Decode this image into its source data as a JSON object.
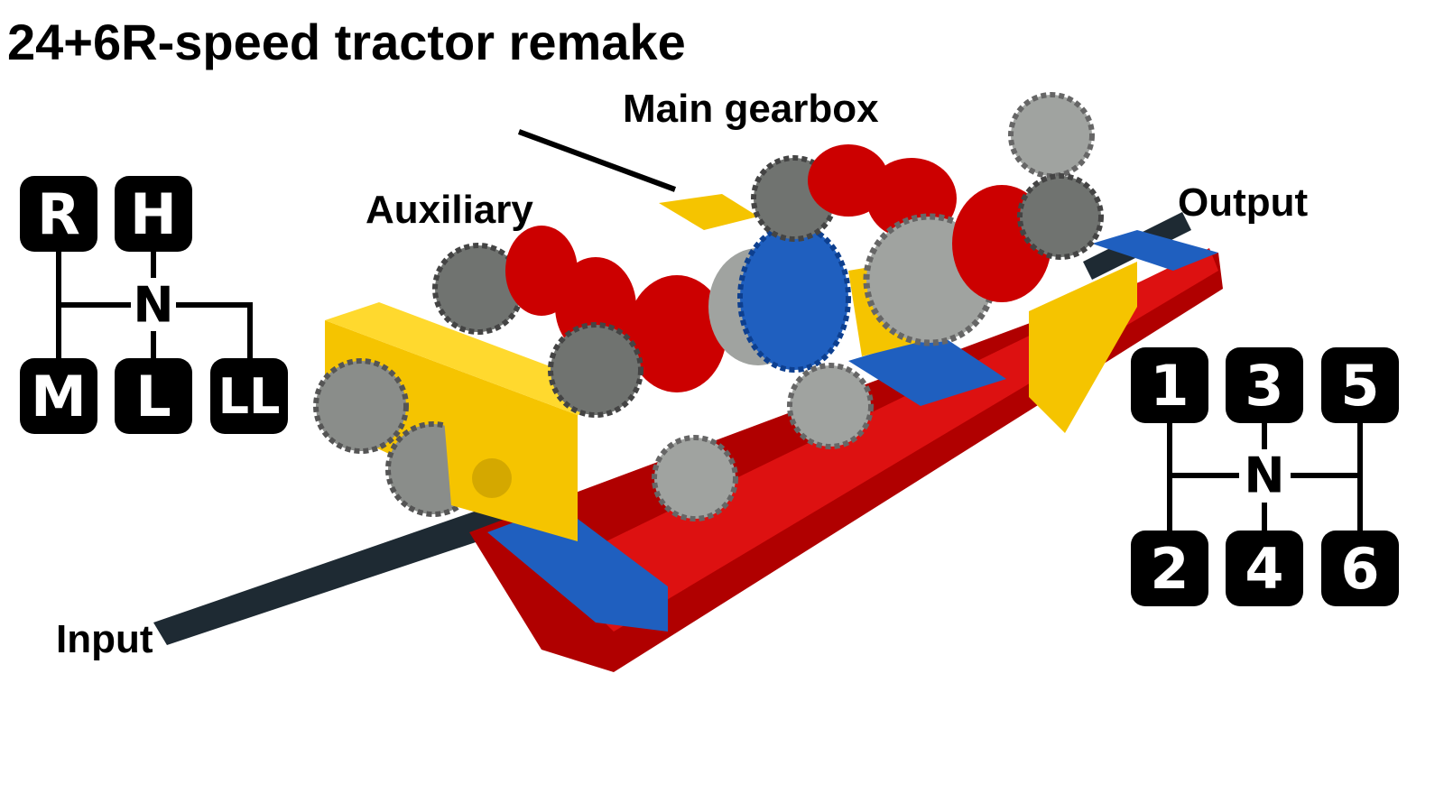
{
  "title": "24+6R-speed tractor remake",
  "labels": {
    "main_gearbox": "Main gearbox",
    "auxiliary": "Auxiliary",
    "output": "Output",
    "input": "Input"
  },
  "auxiliary_pattern": {
    "top": [
      "R",
      "H"
    ],
    "neutral": "N",
    "bottom": [
      "M",
      "L",
      "LL"
    ]
  },
  "main_pattern": {
    "top": [
      "1",
      "3",
      "5"
    ],
    "neutral": "N",
    "bottom": [
      "2",
      "4",
      "6"
    ]
  },
  "colors": {
    "red": "#cc0000",
    "yellow": "#f5c400",
    "blue": "#1f5fbf",
    "gray": "#8a8d8a",
    "dark_axle": "#1e2a33"
  }
}
